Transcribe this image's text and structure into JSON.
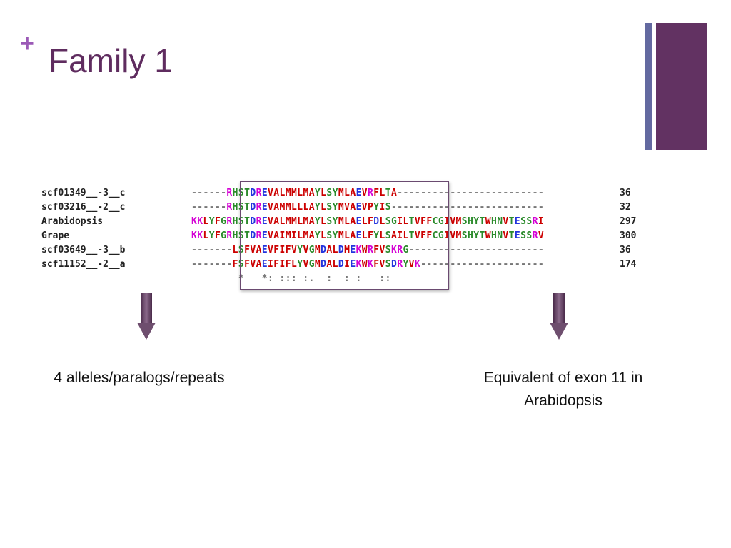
{
  "slide": {
    "bullet": "+",
    "title": "Family 1"
  },
  "alignment": {
    "rows": [
      {
        "name": "scf01349__-3__c",
        "seq": "------RHSTDREVALMMLMAYLSYMLAEVRFLTA-------------------------",
        "count": "36"
      },
      {
        "name": "scf03216__-2__c",
        "seq": "------RHSTDREVAMMLLLAYLSYMVAEVPYIS--------------------------",
        "count": "32"
      },
      {
        "name": "Arabidopsis",
        "seq": "KKLYFGRHSTDREVALMMLMAYLSYMLAELFDLSGILTVFFCGIVMSHYTWHNVTESSRI",
        "count": "297"
      },
      {
        "name": "Grape",
        "seq": "KKLYFGRHSTDREVAIMILMAYLSYMLAELFYLSAILTVFFCGIVMSHYTWHNVTESSRV",
        "count": "300"
      },
      {
        "name": "scf03649__-3__b",
        "seq": "-------LSFVAEVFIFVYVGMDALDMEKWRFVSKRG-----------------------",
        "count": "36"
      },
      {
        "name": "scf11152__-2__a",
        "seq": "-------FSFVAEIFIFLYVGMDALDIEKWKFVSDRYVK---------------------",
        "count": "174"
      }
    ],
    "conservation": "        *   *: ::: :.  :  : :   ::"
  },
  "captions": {
    "left": "4 alleles/paralogs/repeats",
    "right_line1": "Equivalent of exon 11 in",
    "right_line2": "Arabidopsis"
  },
  "colors": {
    "title": "#5f2c5f",
    "accent_bar": "#623262",
    "accent_bar_thin": "#6369a0",
    "plus": "#9b59b6"
  }
}
